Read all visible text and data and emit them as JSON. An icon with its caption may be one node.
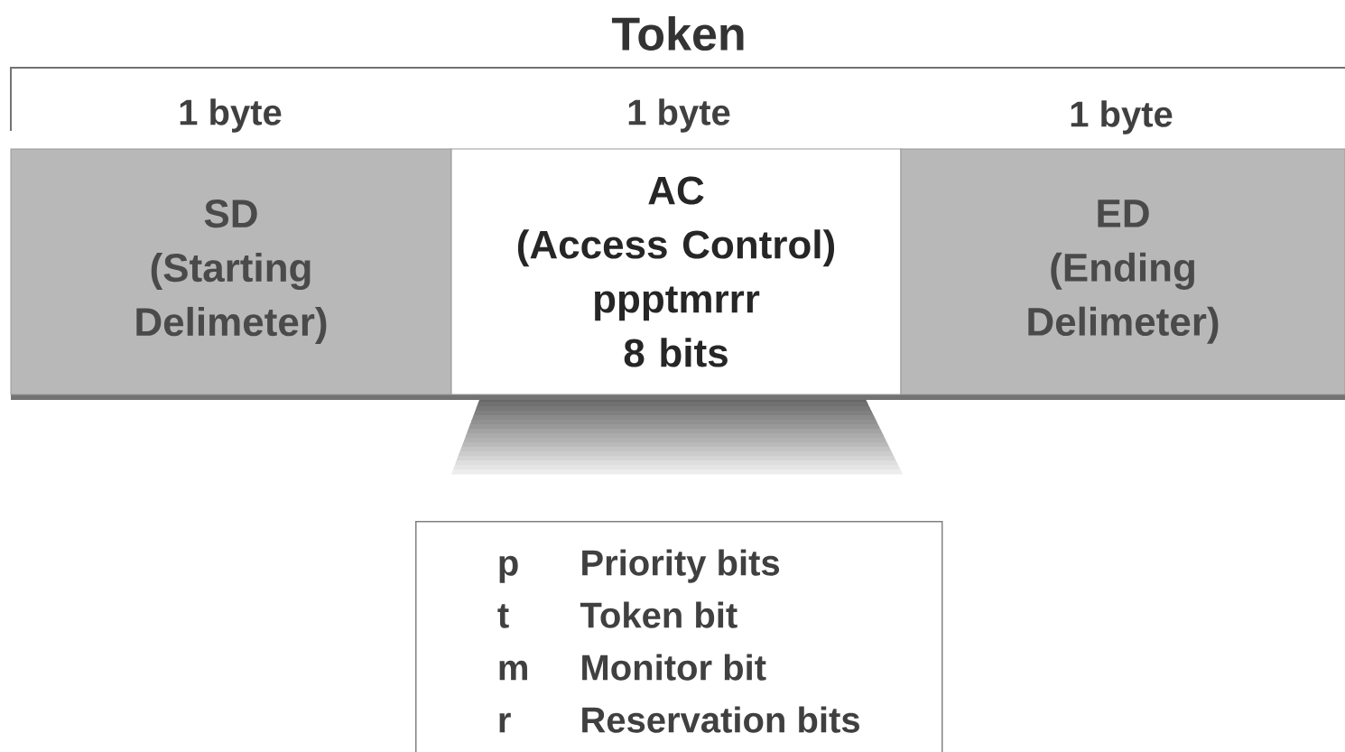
{
  "diagram": {
    "title": "Token",
    "nodes": [
      {
        "text": [
          "SD",
          "(Starting Delimeter)"
        ],
        "beside": [
          "1 byte"
        ]
      },
      {
        "text": [
          "AC",
          "(Access Control)",
          "ppptmrrr",
          "8 bits"
        ],
        "beside": [
          "1 byte"
        ]
      },
      {
        "text": [
          "ED",
          "(Ending Delimeter)"
        ],
        "beside": [
          "1 byte"
        ]
      },
      {
        "text": [
          "p",
          "Priority bits",
          "t",
          "Token bit",
          "m",
          "Monitor bit",
          "r",
          "Reservation bits"
        ]
      }
    ]
  }
}
